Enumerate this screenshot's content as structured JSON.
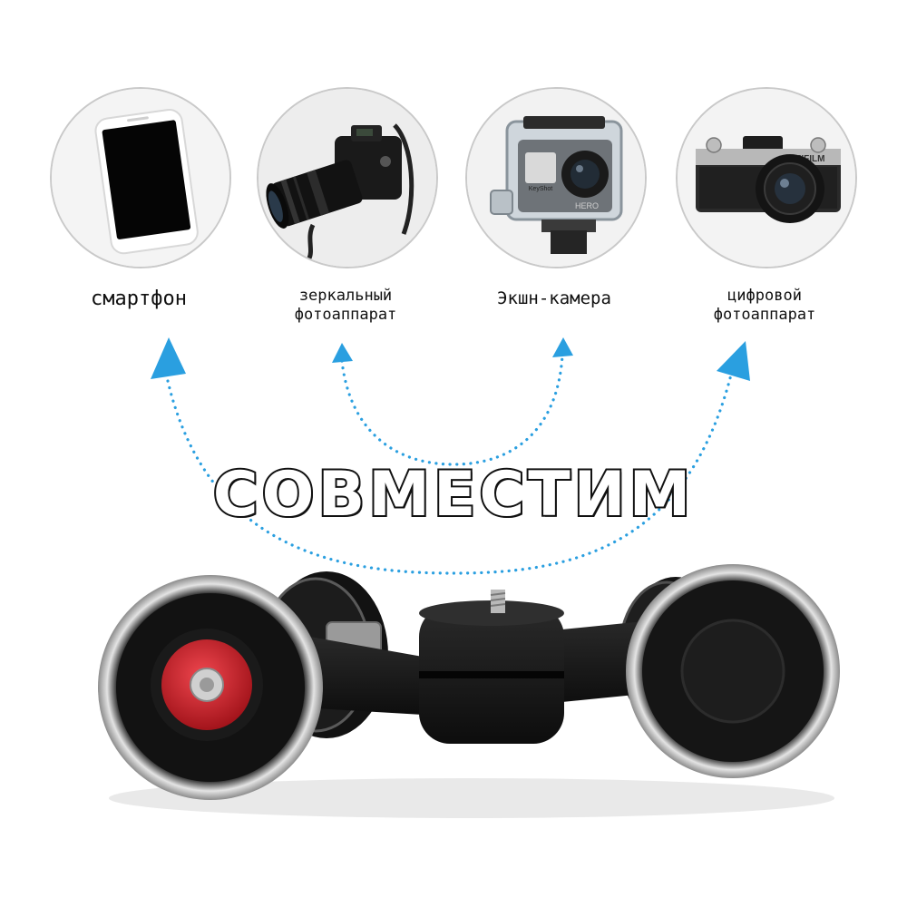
{
  "colors": {
    "arrow": "#2a9fe0",
    "dolly_body": "#151515",
    "wheel_rim": "#d0d0d0",
    "knob_accent": "#d8202a"
  },
  "devices": [
    {
      "label_lines": [
        "смартфон"
      ],
      "icon": "smartphone-icon"
    },
    {
      "label_lines": [
        "зеркальный",
        "фотоаппарат"
      ],
      "icon": "dslr-camera-icon"
    },
    {
      "label_lines": [
        "Экшн-камера"
      ],
      "icon": "action-camera-icon"
    },
    {
      "label_lines": [
        "цифровой",
        "фотоаппарат"
      ],
      "icon": "mirrorless-camera-icon"
    }
  ],
  "headline": "СОВМЕСТИМ",
  "camera_brands": {
    "action": "KeyShot",
    "action_model": "HERO",
    "mirrorless": "FUJIFILM"
  }
}
